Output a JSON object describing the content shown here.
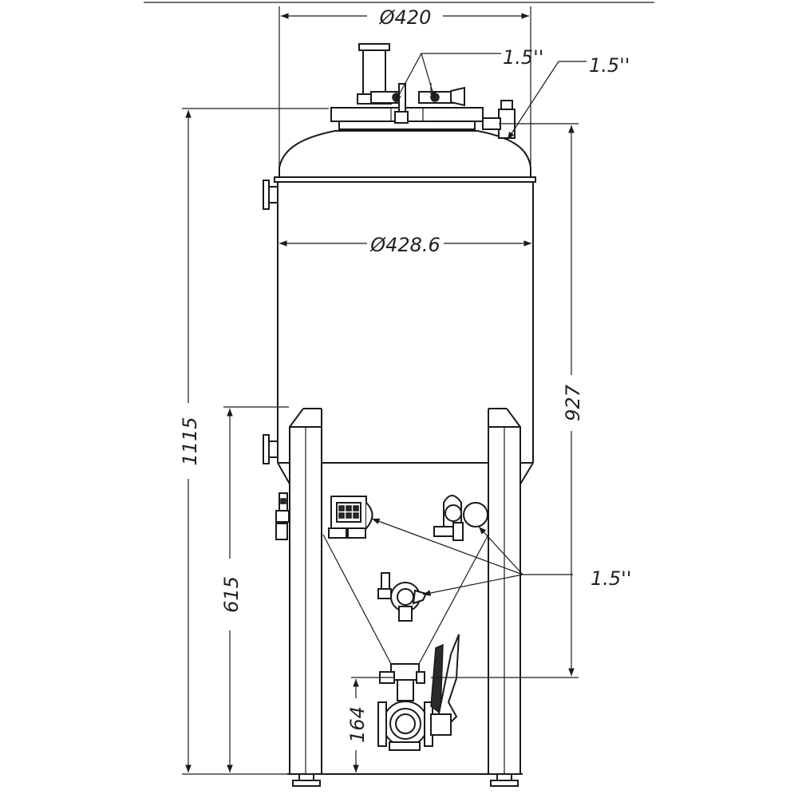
{
  "dimensions": {
    "top_diameter": "Ø420",
    "body_diameter": "Ø428.6",
    "total_height": "1115",
    "body_height": "927",
    "cone_height": "615",
    "outlet_height": "164"
  },
  "fittings": {
    "lid_ports": "1.5''",
    "side_port": "1.5''",
    "cone_ports": "1.5''"
  },
  "colors": {
    "line": "#1a1a1a",
    "background": "#ffffff"
  }
}
